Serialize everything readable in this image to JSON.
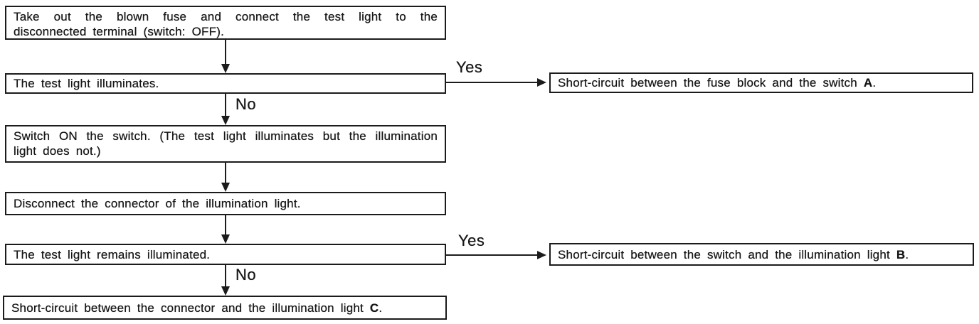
{
  "flow": {
    "yes_label": "Yes",
    "no_label": "No",
    "boxes": {
      "step1": {
        "lines": [
          "Take out the blown fuse and connect the test light to the",
          "disconnected terminal (switch: OFF)."
        ]
      },
      "check1": {
        "text": "The test light illuminates."
      },
      "result_a": {
        "text": "Short-circuit between the fuse block and the switch",
        "tag": "A",
        "suffix": "."
      },
      "step2": {
        "lines": [
          "Switch ON the switch. (The test light illuminates but the illumination",
          "light does not.)"
        ]
      },
      "step3": {
        "text": "Disconnect the connector of the illumination light."
      },
      "check2": {
        "text": "The test light remains illuminated."
      },
      "result_b": {
        "text": "Short-circuit between the switch and the illumination light",
        "tag": "B",
        "suffix": "."
      },
      "result_c": {
        "text": "Short-circuit between the connector and the illumination light",
        "tag": "C",
        "suffix": "."
      }
    }
  },
  "colors": {
    "ink": "#1b1b1b",
    "paper": "#ffffff"
  }
}
